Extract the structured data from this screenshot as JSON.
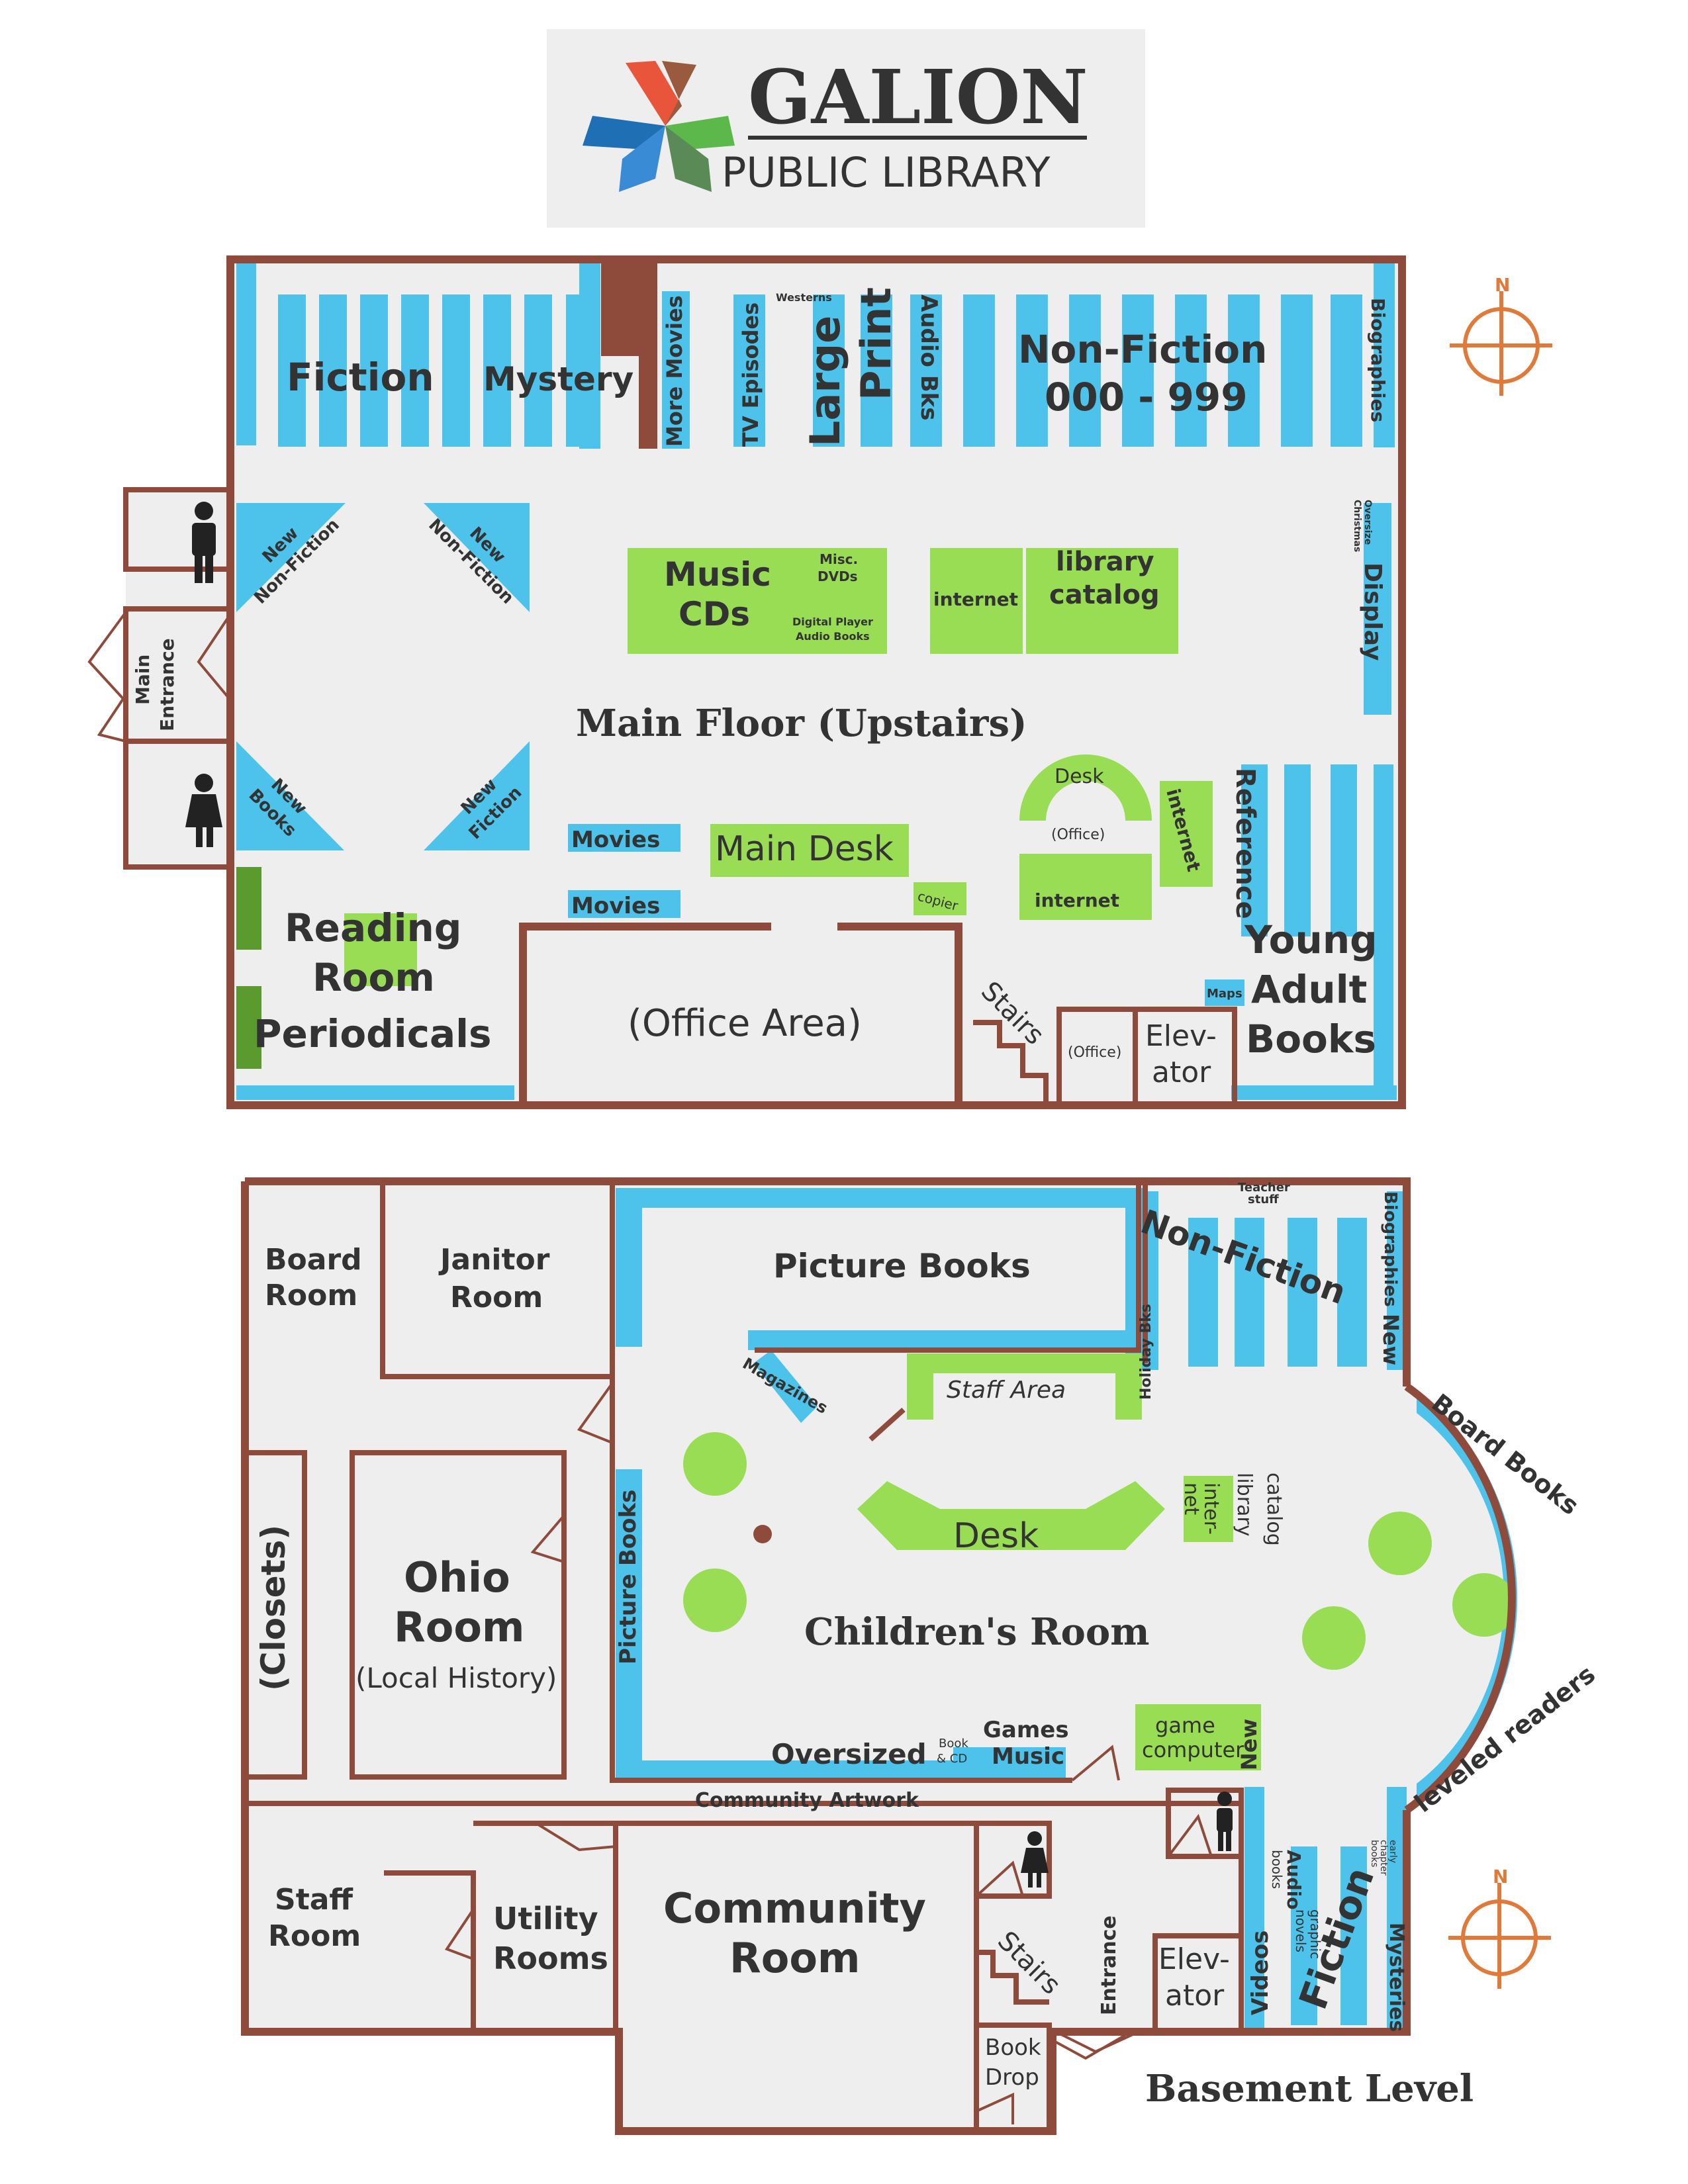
{
  "logo": {
    "title": "GALION",
    "subtitle": "PUBLIC LIBRARY"
  },
  "main_floor": {
    "title": "Main Floor (Upstairs)",
    "labels": {
      "fiction": "Fiction",
      "mystery": "Mystery",
      "more_movies": "More Movies",
      "tv_episodes": "TV Episodes",
      "westerns": "Westerns",
      "large": "Large",
      "print": "Print",
      "audio_bks": "Audio Bks",
      "nonfiction_1": "Non-Fiction",
      "nonfiction_2": "000 - 999",
      "biographies": "Biographies",
      "new_nonfiction_a1": "New",
      "new_nonfiction_a2": "Non-Fiction",
      "new_nonfiction_b1": "New",
      "new_nonfiction_b2": "Non-Fiction",
      "new_books_1": "New",
      "new_books_2": "Books",
      "new_fiction_1": "New",
      "new_fiction_2": "Fiction",
      "main_entrance_1": "Main",
      "main_entrance_2": "Entrance",
      "music_1": "Music",
      "music_2": "CDs",
      "misc_dvds_1": "Misc.",
      "misc_dvds_2": "DVDs",
      "digital_1": "Digital Player",
      "digital_2": "Audio Books",
      "internet": "internet",
      "catalog_1": "library",
      "catalog_2": "catalog",
      "oversize_1": "Oversize",
      "oversize_2": "Christmas",
      "display": "Display",
      "desk": "Desk",
      "office": "(Office)",
      "internet_desk": "internet",
      "internet_side": "internet",
      "reference": "Reference",
      "movies_1": "Movies",
      "movies_2": "Movies",
      "main_desk": "Main Desk",
      "copier": "copier",
      "reading_1": "Reading",
      "reading_2": "Room",
      "periodicals": "Periodicals",
      "office_area": "(Office Area)",
      "stairs": "Stairs",
      "office_small": "(Office)",
      "elev_1": "Elev-",
      "elev_2": "ator",
      "maps": "Maps",
      "ya_1": "Young",
      "ya_2": "Adult",
      "ya_3": "Books"
    }
  },
  "basement": {
    "title": "Basement Level",
    "labels": {
      "board_1": "Board",
      "board_2": "Room",
      "janitor_1": "Janitor",
      "janitor_2": "Room",
      "picture_books": "Picture Books",
      "teacher_1": "Teacher",
      "teacher_2": "stuff",
      "nonfiction": "Non-Fiction",
      "biographies": "Biographies",
      "new_top": "New",
      "holiday": "Holiday Bks",
      "magazines": "Magazines",
      "staff_area": "Staff Area",
      "board_books": "Board Books",
      "closets": "(Closets)",
      "ohio_1": "Ohio",
      "ohio_2": "Room",
      "ohio_3": "(Local History)",
      "picture_books_side": "Picture Books",
      "desk": "Desk",
      "internet_1": "inter-",
      "internet_2": "net",
      "catalog_1": "library",
      "catalog_2": "catalog",
      "childrens_room": "Children's Room",
      "leveled": "leveled readers",
      "oversized": "Oversized",
      "book_cd_1": "Book",
      "book_cd_2": "& CD",
      "games": "Games",
      "music": "Music",
      "game_1": "game",
      "game_2": "computer",
      "new_side": "New",
      "community_artwork": "Community Artwork",
      "staff_1": "Staff",
      "staff_2": "Room",
      "utility_1": "Utility",
      "utility_2": "Rooms",
      "community_1": "Community",
      "community_2": "Room",
      "stairs": "Stairs",
      "entrance": "Entrance",
      "elev_1": "Elev-",
      "elev_2": "ator",
      "book_drop_1": "Book",
      "book_drop_2": "Drop",
      "videos": "Videos",
      "audio_books_1": "Audio",
      "audio_books_2": "books",
      "graphic_1": "graphic",
      "graphic_2": "novels",
      "fiction": "Fiction",
      "early_1": "early",
      "early_2": "chapter",
      "early_3": "books",
      "mysteries": "Mysteries"
    }
  },
  "compass_label": "N",
  "colors": {
    "wall": "#8e4b3c",
    "shelf": "#4dc3ec",
    "table": "#99dd55",
    "floor": "#eeeeee",
    "compass": "#e07a3a"
  }
}
